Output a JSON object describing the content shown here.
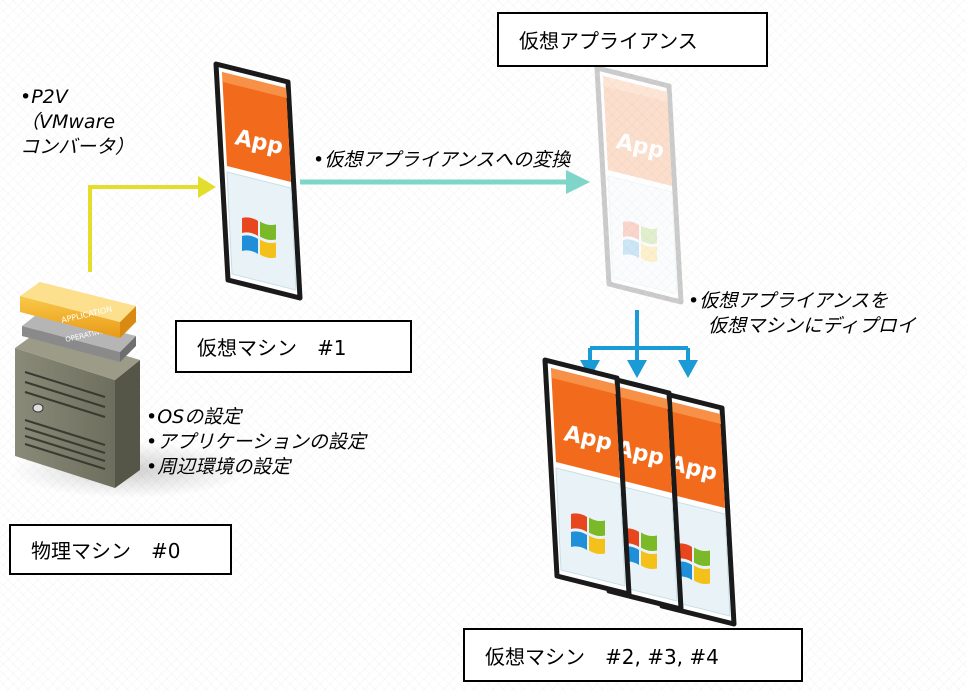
{
  "labels": {
    "virtual_appliance": "仮想アプライアンス",
    "vm1": "仮想マシン　#1",
    "physical": "物理マシン　#0",
    "vm234": "仮想マシン　#2, #3, #4"
  },
  "notes": {
    "p2v": [
      "P2V",
      "（VMware",
      "コンバータ）"
    ],
    "convert": "仮想アプライアンスへの変換",
    "deploy": [
      "仮想アプライアンスを",
      "仮想マシンにディプロイ"
    ],
    "settings": [
      "OSの設定",
      "アプリケーションの設定",
      "周辺環境の設定"
    ]
  },
  "card": {
    "app_text": "App"
  },
  "server": {
    "application_label": "APPLICATION",
    "os_label": "OPERATING SYSTEM"
  },
  "colors": {
    "p2v_arrow": "#E3DE2B",
    "convert_arrow": "#7FD6C8",
    "deploy_arrow": "#1A9BD6",
    "app_orange": "#F26B1D",
    "card_border": "#1a1a1a"
  }
}
